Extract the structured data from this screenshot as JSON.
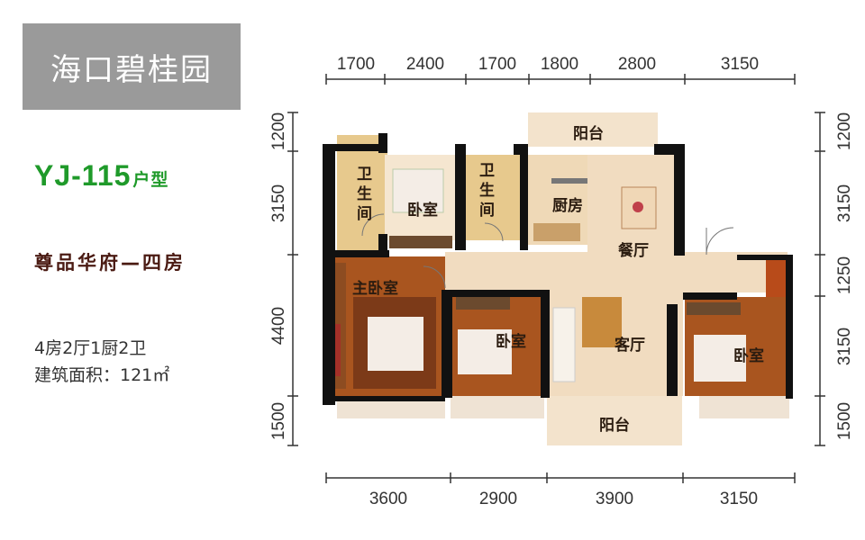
{
  "project_name": "海口碧桂园",
  "model_code": "YJ-115",
  "model_suffix": "户型",
  "series_name": "尊品华府—四房",
  "layout_summary": "4房2厅1厨2卫",
  "area_label": "建筑面积：121㎡",
  "dims": {
    "top": [
      "1700",
      "2400",
      "1700",
      "1800",
      "2800",
      "3150"
    ],
    "bottom": [
      "3600",
      "2900",
      "3900",
      "3150"
    ],
    "left": [
      "1200",
      "3150",
      "4400",
      "1500"
    ],
    "right": [
      "1200",
      "3150",
      "1250",
      "3150",
      "1500"
    ]
  },
  "rooms": {
    "balcony_top": "阳台",
    "bath_left": [
      "卫",
      "生",
      "间"
    ],
    "bath_mid": [
      "卫",
      "生",
      "间"
    ],
    "bedroom_top": "卧室",
    "kitchen": "厨房",
    "dining": "餐厅",
    "master": "主卧室",
    "bedroom_mid": "卧室",
    "living": "客厅",
    "bedroom_right": "卧室",
    "balcony_bottom": "阳台"
  },
  "colors": {
    "wall": "#111111",
    "wood": "#9b4a22",
    "floor": "#f1dcc0",
    "tile": "#e7c98d",
    "title_bg": "#9a9a9a",
    "model_text": "#1f9a2a",
    "series_text": "#4a1a12"
  }
}
